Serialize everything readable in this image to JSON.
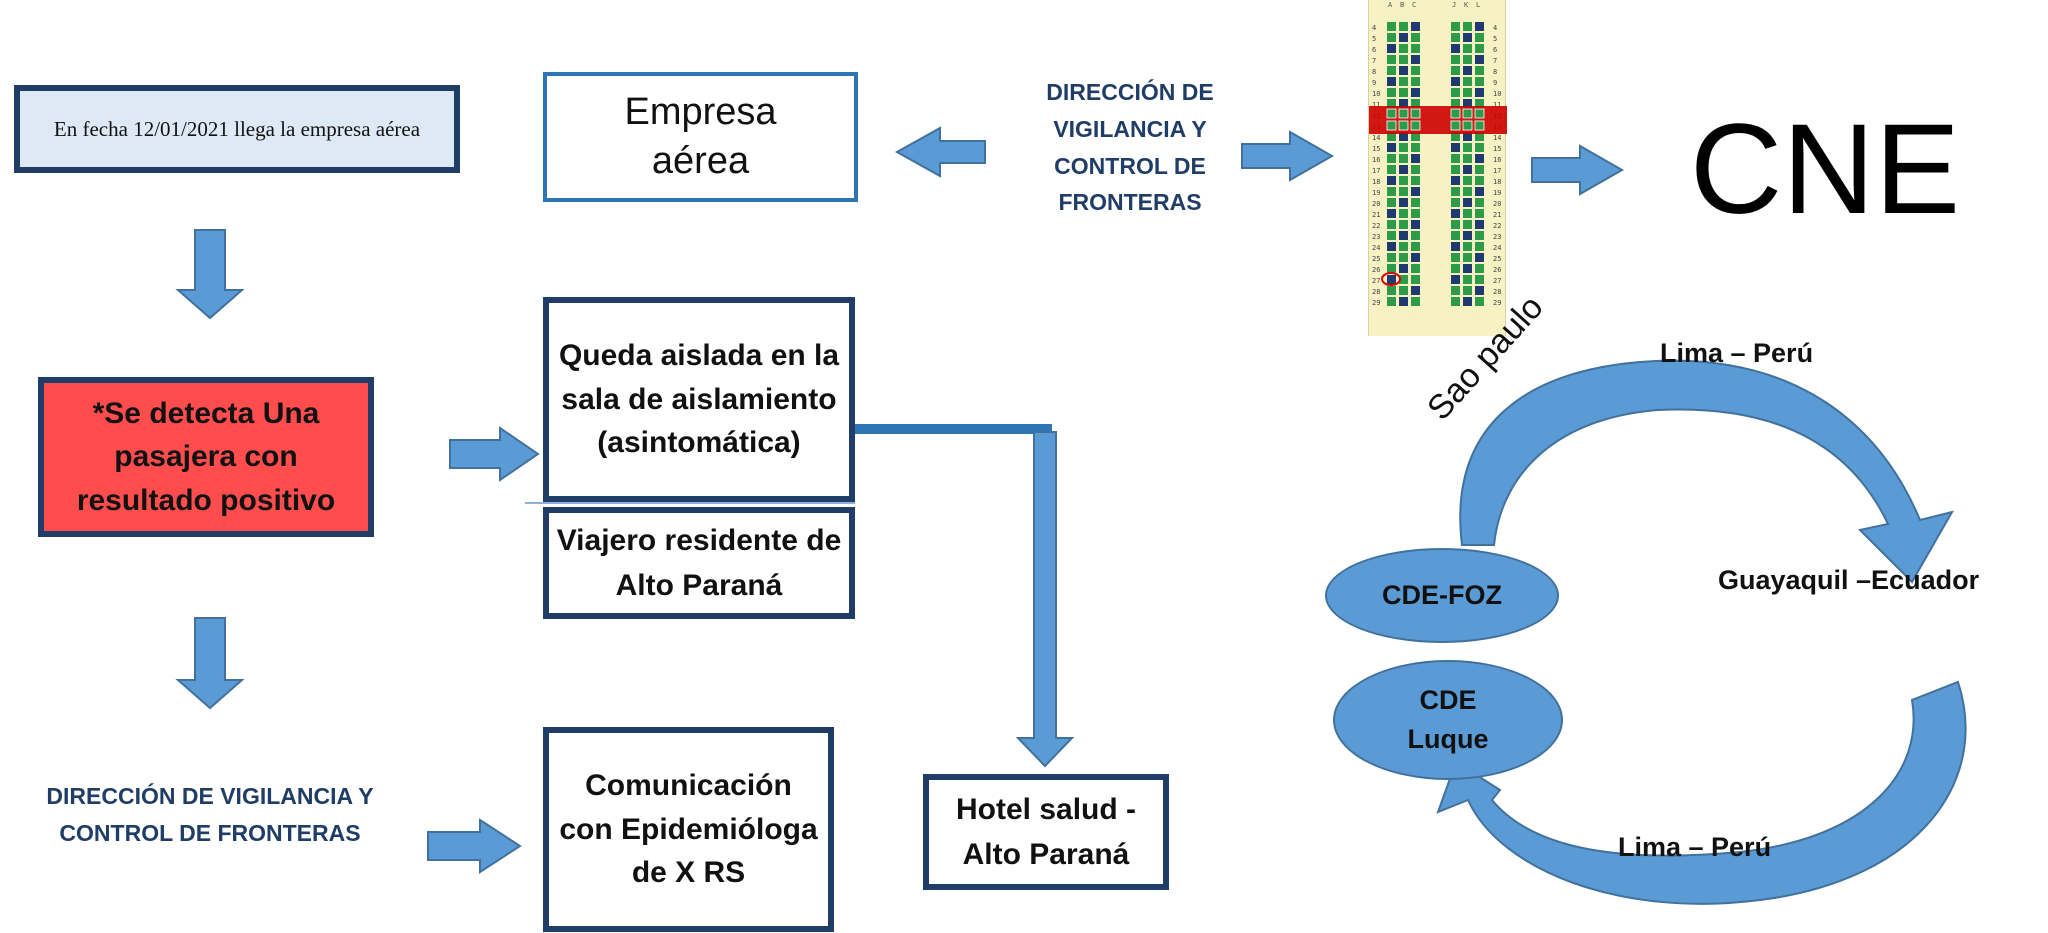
{
  "intro": {
    "text": "En fecha 12/01/2021  llega la empresa aérea"
  },
  "empresa": {
    "label": "Empresa aérea"
  },
  "dvcf_top": {
    "label": "DIRECCIÓN DE VIGILANCIA Y CONTROL DE FRONTERAS"
  },
  "cne": {
    "label": "CNE"
  },
  "positive": {
    "label": "*Se detecta  Una pasajera con resultado positivo"
  },
  "isolated": {
    "label": "Queda aislada en la sala de aislamiento (asintomática)"
  },
  "resident": {
    "label": "Viajero residente de  Alto Paraná"
  },
  "dvcf_bottom": {
    "label": "DIRECCIÓN DE VIGILANCIA Y CONTROL DE FRONTERAS"
  },
  "comm": {
    "label": "Comunicación con Epidemióloga de X RS"
  },
  "hotel": {
    "label": "Hotel salud - Alto Paraná"
  },
  "route": {
    "lima_top": "Lima – Perú",
    "sao_paulo": "Sao paulo",
    "guayaquil": "Guayaquil –Ecuador",
    "cde_foz": "CDE-FOZ",
    "cde_luque": "CDE Luque",
    "lima_bottom": "Lima – Perú"
  },
  "colors": {
    "navy": "#1f3d66",
    "arrow": "#5b9bd5",
    "red_box": "#ff4d4d",
    "intro_bg": "#dde9f5",
    "oval": "#5b9bd5"
  },
  "seat_map": {
    "columns_left": [
      "A",
      "B",
      "C"
    ],
    "columns_right": [
      "J",
      "K",
      "L"
    ]
  }
}
